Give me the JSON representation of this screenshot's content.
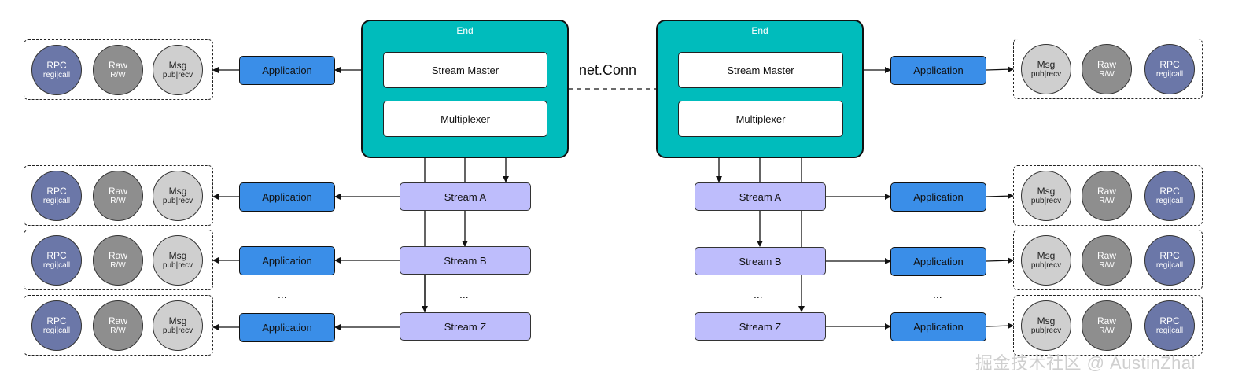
{
  "diagram": {
    "left_end": {
      "title": "End",
      "stream_master": "Stream Master",
      "multiplexer": "Multiplexer",
      "streams": [
        "Stream A",
        "Stream B",
        "Stream Z"
      ],
      "applications": [
        "Application",
        "Application",
        "Application",
        "Application"
      ],
      "ellipsis": [
        "...",
        "..."
      ]
    },
    "right_end": {
      "title": "End",
      "stream_master": "Stream Master",
      "multiplexer": "Multiplexer",
      "streams": [
        "Stream A",
        "Stream B",
        "Stream Z"
      ],
      "applications": [
        "Application",
        "Application",
        "Application",
        "Application"
      ],
      "ellipsis": [
        "...",
        "..."
      ]
    },
    "connection_label": "net.Conn",
    "services": {
      "rpc": {
        "label": "RPC",
        "sub": "regi|call"
      },
      "raw": {
        "label": "Raw",
        "sub": "R/W"
      },
      "msg": {
        "label": "Msg",
        "sub": "pub|recv"
      }
    },
    "colors": {
      "end_fill": "#00bcbc",
      "stream_fill": "#bebdfc",
      "application_fill": "#3a8ee8",
      "rpc_fill": "#6b77a8",
      "raw_fill": "#8e8e8e",
      "msg_fill": "#cfcfcf"
    }
  },
  "watermark": "掘金技术社区 @ AustinZhai"
}
